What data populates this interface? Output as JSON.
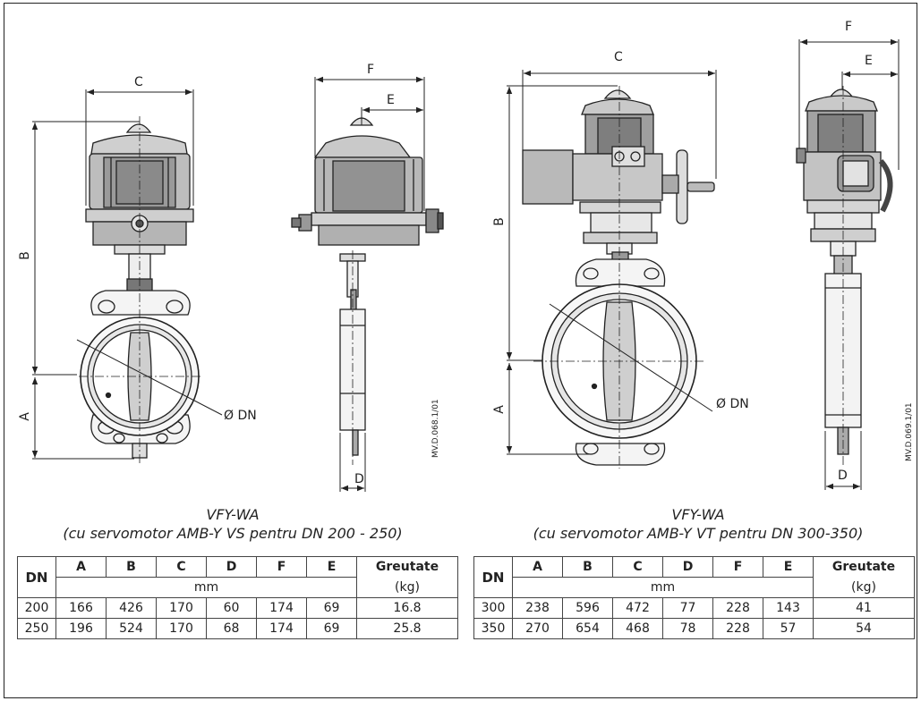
{
  "left": {
    "labels": {
      "A": "A",
      "B": "B",
      "C": "C",
      "D": "D",
      "E": "E",
      "F": "F",
      "DN": "Ø DN"
    },
    "code": "MV.D.068.1/01",
    "caption": {
      "title": "VFY-WA",
      "subtitle": "(cu servomotor AMB-Y VS pentru DN 200 - 250)"
    },
    "table": {
      "headers": [
        "DN",
        "A",
        "B",
        "C",
        "D",
        "F",
        "E",
        "Greutate"
      ],
      "unit": "mm",
      "weight_unit": "(kg)",
      "rows": [
        [
          "200",
          "166",
          "426",
          "170",
          "60",
          "174",
          "69",
          "16.8"
        ],
        [
          "250",
          "196",
          "524",
          "170",
          "68",
          "174",
          "69",
          "25.8"
        ]
      ]
    }
  },
  "right": {
    "labels": {
      "A": "A",
      "B": "B",
      "C": "C",
      "D": "D",
      "E": "E",
      "F": "F",
      "DN": "Ø DN"
    },
    "code": "MV.D.069.1/01",
    "caption": {
      "title": "VFY-WA",
      "subtitle": "(cu servomotor AMB-Y VT pentru DN 300-350)"
    },
    "table": {
      "headers": [
        "DN",
        "A",
        "B",
        "C",
        "D",
        "F",
        "E",
        "Greutate"
      ],
      "unit": "mm",
      "weight_unit": "(kg)",
      "rows": [
        [
          "300",
          "238",
          "596",
          "472",
          "77",
          "228",
          "143",
          "41"
        ],
        [
          "350",
          "270",
          "654",
          "468",
          "78",
          "228",
          "57",
          "54"
        ]
      ]
    }
  }
}
